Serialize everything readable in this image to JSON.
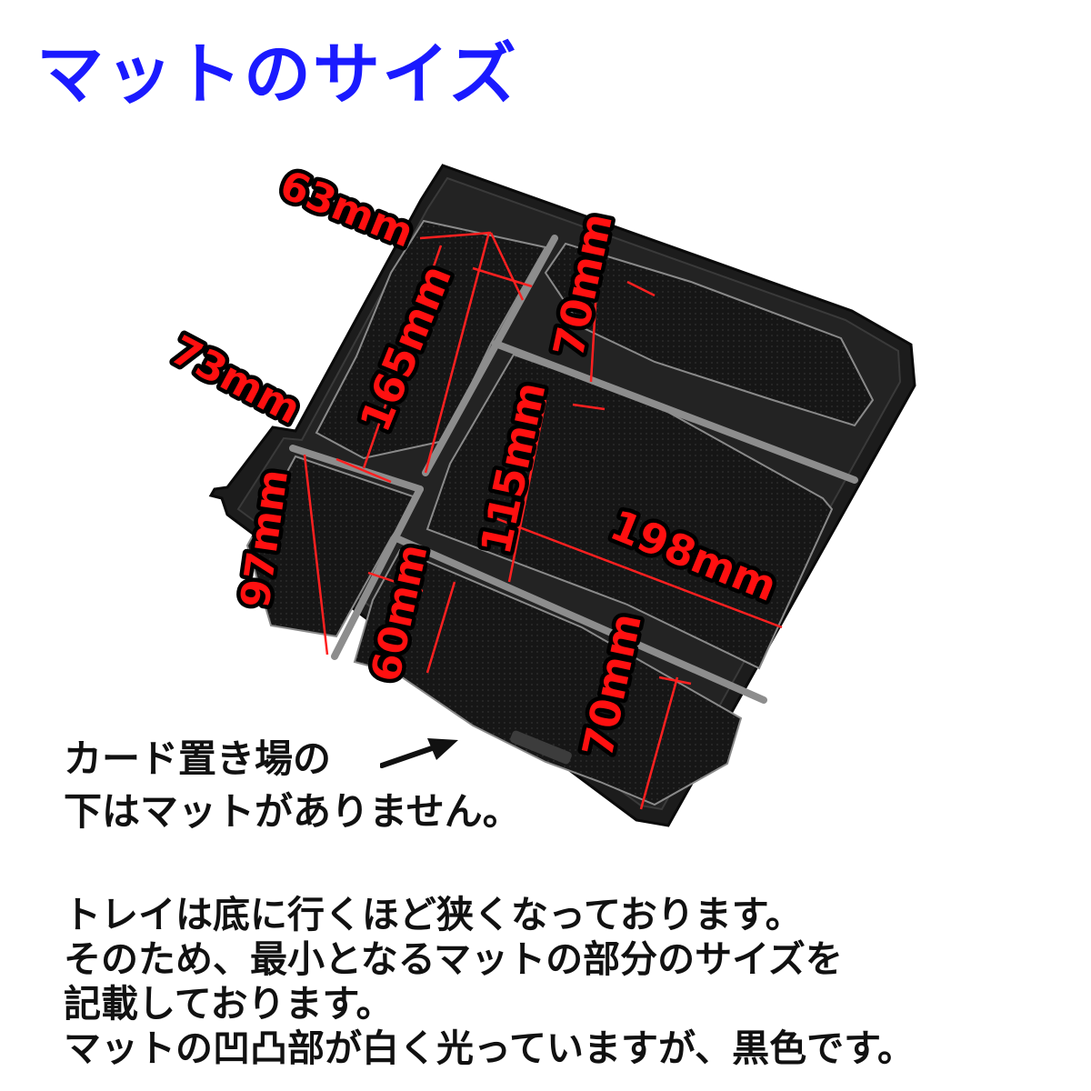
{
  "title": "マットのサイズ",
  "dimensions": {
    "d63": "63mm",
    "d165": "165mm",
    "d73": "73mm",
    "d70_top": "70mm",
    "d115": "115mm",
    "d198": "198mm",
    "d97": "97mm",
    "d60": "60mm",
    "d70_bottom": "70mm"
  },
  "card_note": {
    "line1": "カード置き場の",
    "line2": "下はマットがありません。"
  },
  "notes": [
    "トレイは底に行くほど狭くなっております。",
    "そのため、最小となるマットの部分のサイズを",
    "記載しております。",
    "マットの凹凸部が白く光っていますが、黒色です。"
  ],
  "colors": {
    "title": "#1a1aff",
    "dimension_text": "#ff1010",
    "dimension_line": "#ff2020",
    "tray": "#1c1c1c"
  }
}
